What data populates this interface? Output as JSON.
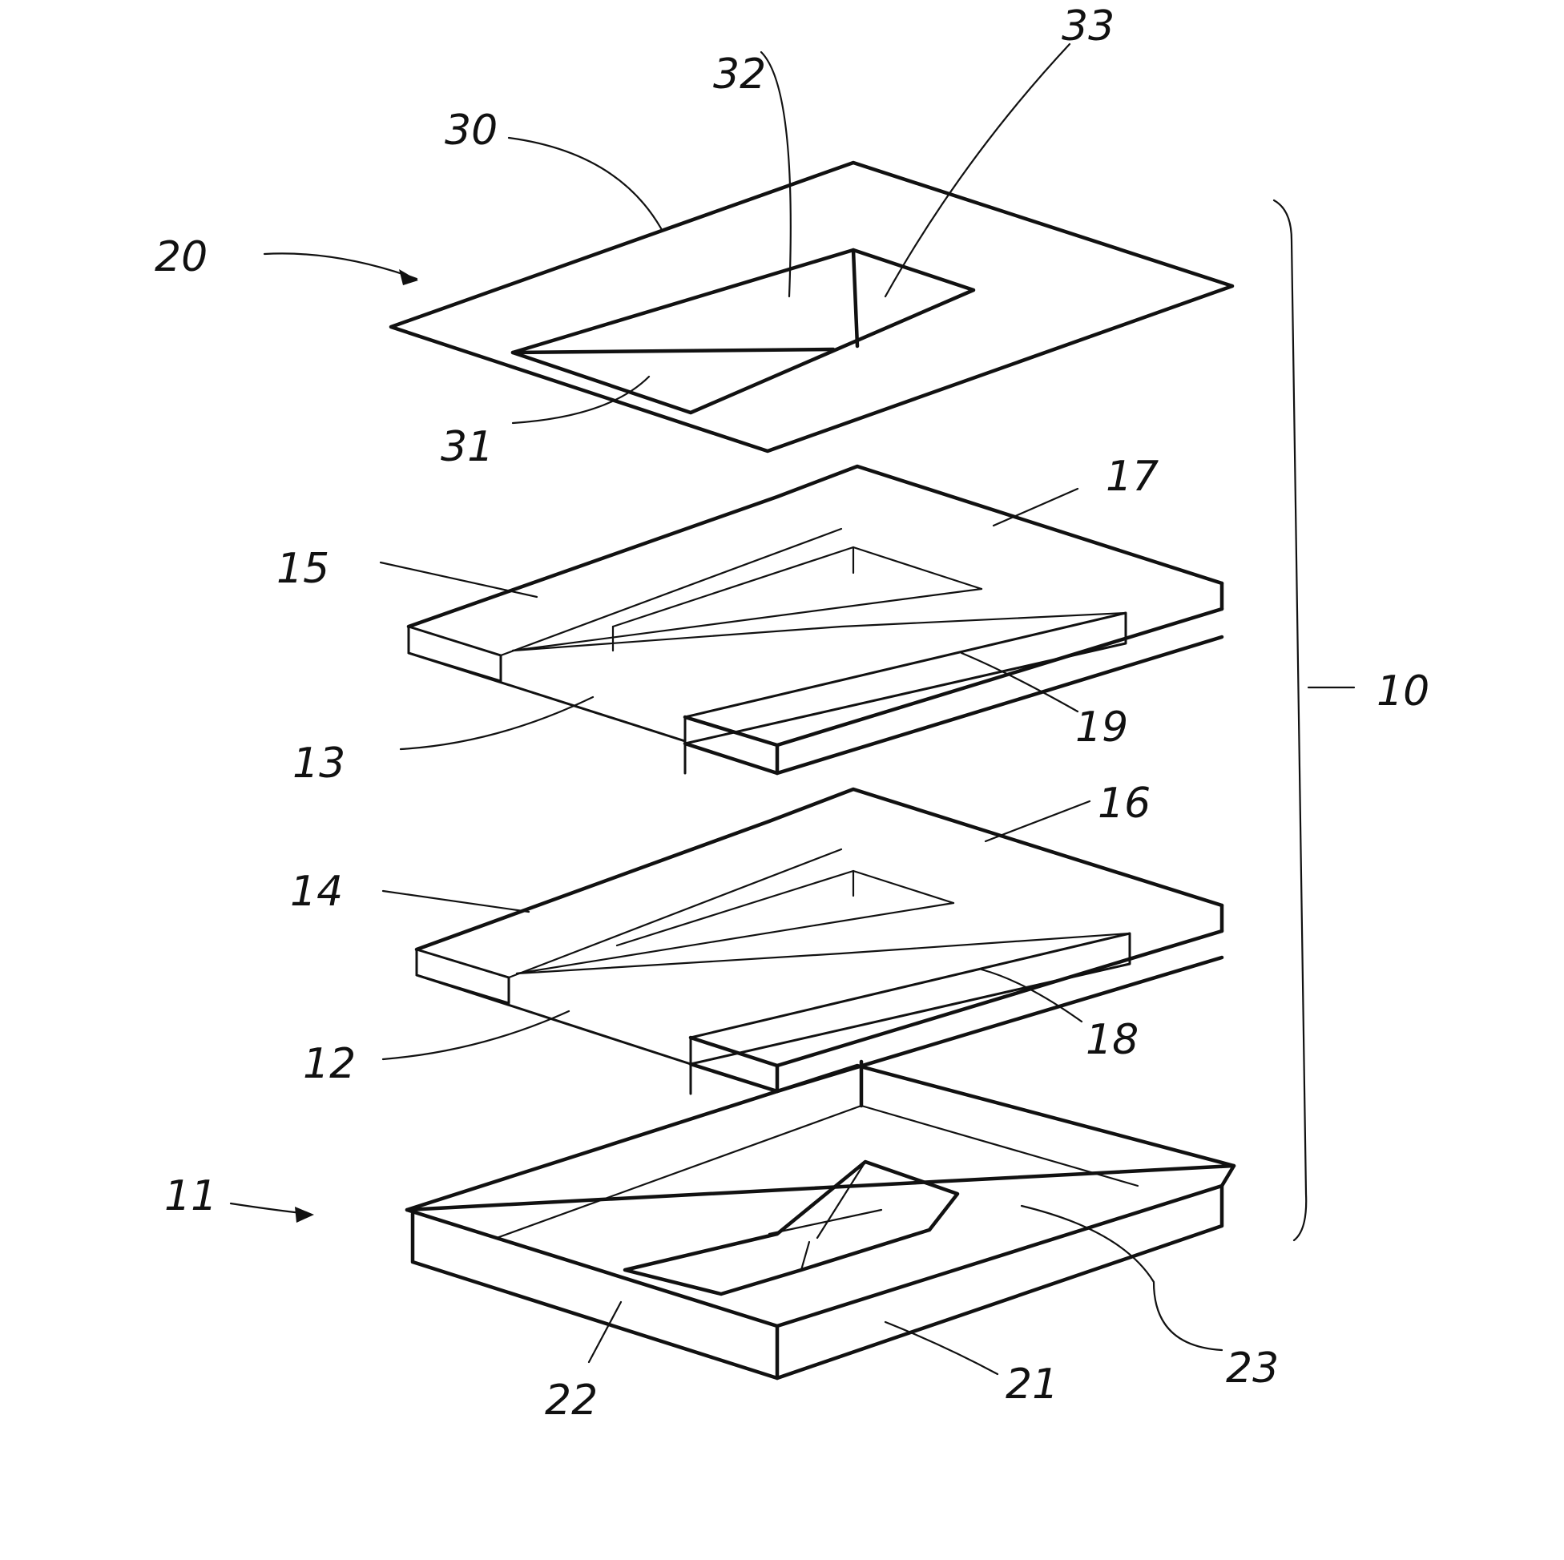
{
  "labels": {
    "l10": "10",
    "l11": "11",
    "l12": "12",
    "l13": "13",
    "l14": "14",
    "l15": "15",
    "l16": "16",
    "l17": "17",
    "l18": "18",
    "l19": "19",
    "l20": "20",
    "l21": "21",
    "l22": "22",
    "l23": "23",
    "l30": "30",
    "l31": "31",
    "l32": "32",
    "l33": "33"
  }
}
